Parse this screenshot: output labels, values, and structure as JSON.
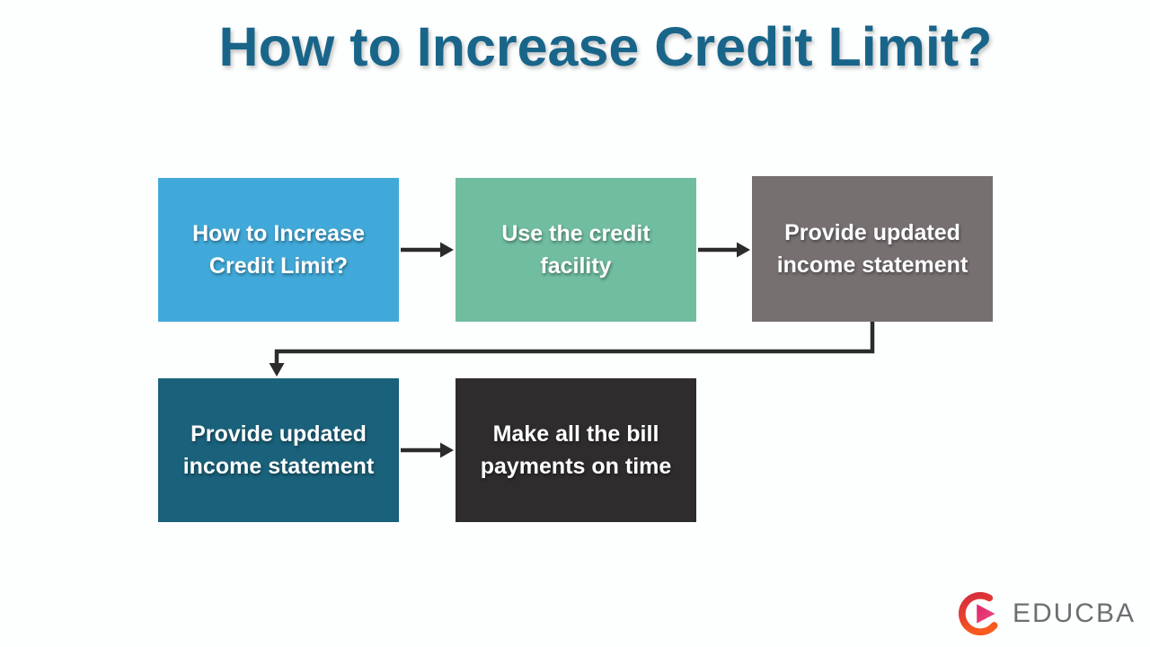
{
  "page": {
    "title": "How to Increase Credit Limit?"
  },
  "flowchart": {
    "boxes": [
      {
        "id": "step-1",
        "label": "How to Increase Credit Limit?",
        "color": "#41A9D9"
      },
      {
        "id": "step-2",
        "label": "Use the credit facility",
        "color": "#70BDA0"
      },
      {
        "id": "step-3",
        "label": "Provide updated income statement",
        "color": "#767071"
      },
      {
        "id": "step-4",
        "label": "Provide updated income statement",
        "color": "#1A617B"
      },
      {
        "id": "step-5",
        "label": "Make all the bill payments on time",
        "color": "#2F2C2D"
      }
    ],
    "connections": [
      {
        "from": "step-1",
        "to": "step-2",
        "type": "arrow-right"
      },
      {
        "from": "step-2",
        "to": "step-3",
        "type": "arrow-right"
      },
      {
        "from": "step-3",
        "to": "step-4",
        "type": "elbow-down-left-down"
      },
      {
        "from": "step-4",
        "to": "step-5",
        "type": "arrow-right"
      }
    ]
  },
  "colors": {
    "background": "#FDFEFE",
    "title_text": "#19658A",
    "arrow": "#2B2B2B",
    "box_text": "#FFFFFF"
  },
  "logo": {
    "text": "EDUCBA",
    "text_color": "#6D6E71",
    "mark_gradient_top": "#D62F3D",
    "mark_gradient_bottom": "#FA5A1E",
    "mark_triangle_color": "#E0246A"
  }
}
